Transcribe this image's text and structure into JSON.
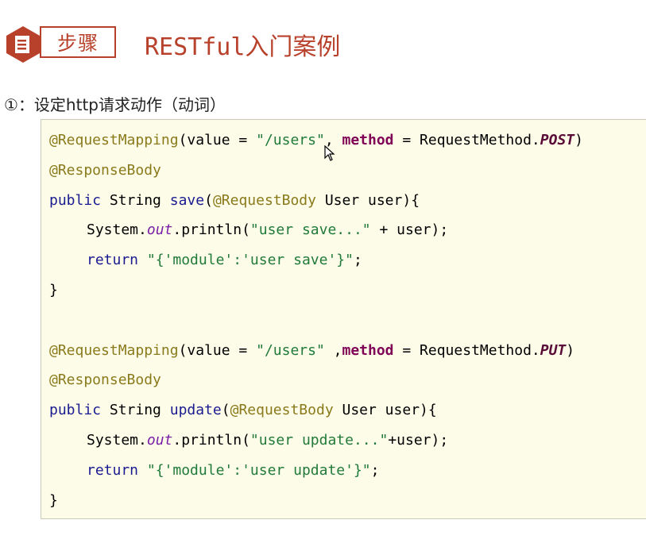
{
  "header": {
    "badge_label": "步骤",
    "title": "RESTful入门案例"
  },
  "step": {
    "marker": "①",
    "text": "：设定http请求动作（动词）"
  },
  "code": {
    "l1": {
      "ann": "@RequestMapping",
      "p1": "(value = ",
      "s1": "\"/users\"",
      "p2": ", ",
      "k": "method",
      "p3": " = RequestMethod.",
      "c": "POST",
      "p4": ")"
    },
    "l2": {
      "ann": "@ResponseBody"
    },
    "l3": {
      "k1": "public",
      "p1": " String ",
      "m": "save",
      "p2": "(",
      "ann": "@RequestBody",
      "p3": " User user){"
    },
    "l4": {
      "p1": "System.",
      "out": "out",
      "p2": ".println(",
      "s": "\"user save...\"",
      "p3": " + user);"
    },
    "l5": {
      "k": "return",
      "sp": " ",
      "s": "\"{'module':'user save'}\"",
      "p": ";"
    },
    "l6": {
      "p": "}"
    },
    "l8": {
      "ann": "@RequestMapping",
      "p1": "(value = ",
      "s1": "\"/users\"",
      "p2": " ,",
      "k": "method",
      "p3": " = RequestMethod.",
      "c": "PUT",
      "p4": ")"
    },
    "l9": {
      "ann": "@ResponseBody"
    },
    "l10": {
      "k1": "public",
      "p1": " String ",
      "m": "update",
      "p2": "(",
      "ann": "@RequestBody",
      "p3": " User user){"
    },
    "l11": {
      "p1": "System.",
      "out": "out",
      "p2": ".println(",
      "s": "\"user update...\"",
      "p3": "+user);"
    },
    "l12": {
      "k": "return",
      "sp": " ",
      "s": "\"{'module':'user update'}\"",
      "p": ";"
    },
    "l13": {
      "p": "}"
    }
  },
  "colors": {
    "accent": "#b8412c",
    "code_bg": "#fcfce8"
  },
  "icons": {
    "badge": "document-icon",
    "cursor": "mouse-pointer-icon"
  }
}
